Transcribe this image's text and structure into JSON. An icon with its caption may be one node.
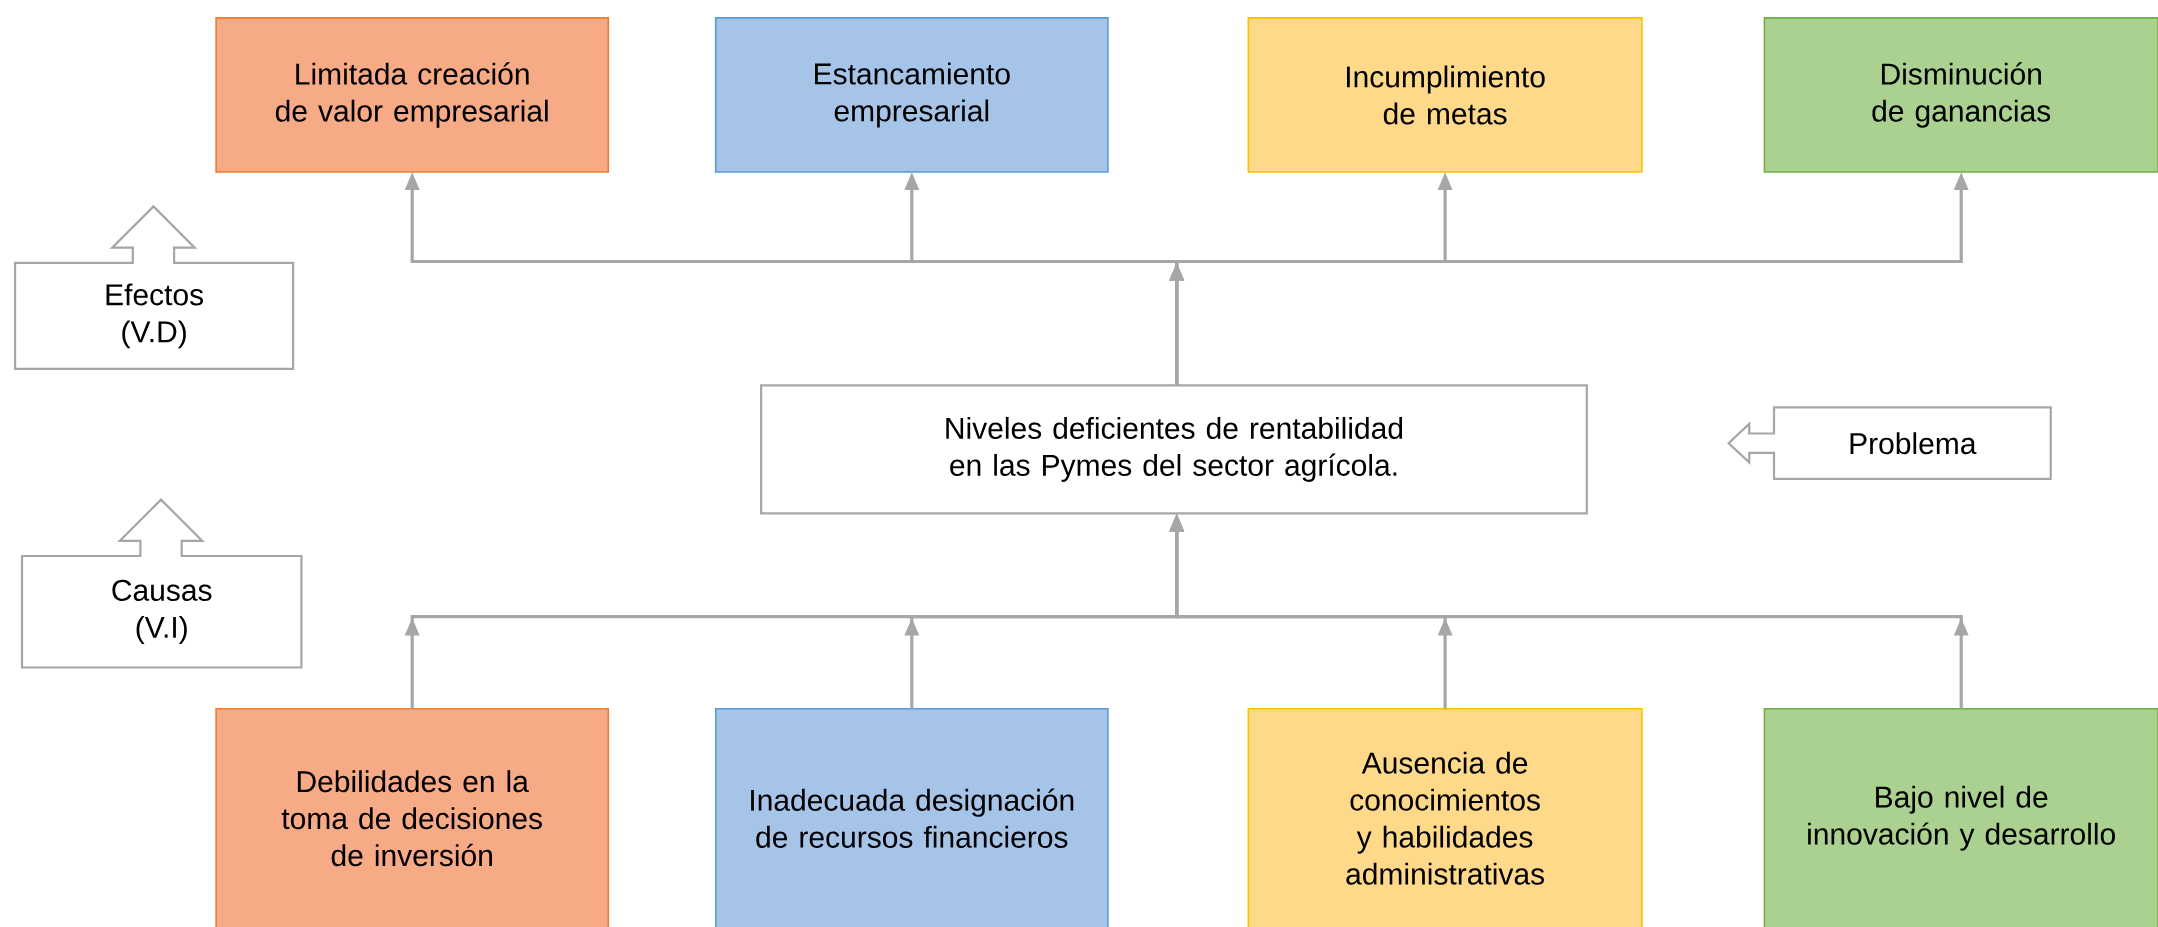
{
  "diagram": {
    "nodes": [
      {
        "text": [
          "Limitada creación de valor empresarial"
        ]
      },
      {
        "text": [
          "Estancamiento empresarial"
        ]
      },
      {
        "text": [
          "Incumplimiento de metas"
        ]
      },
      {
        "text": [
          "Disminución de ganancias"
        ]
      },
      {
        "text": [
          "Efectos (V.D)"
        ]
      },
      {
        "text": [
          "Niveles deficientes de rentabilidad en las Pymes del sector agrícola."
        ]
      },
      {
        "text": [
          "Problema"
        ]
      },
      {
        "text": [
          "Causas (V.I)"
        ]
      },
      {
        "text": [
          "Debilidades en la toma de decisiones de inversión"
        ]
      },
      {
        "text": [
          "Inadecuada designación de recursos financieros"
        ]
      },
      {
        "text": [
          "Ausencia de conocimientos y habilidades administrativas"
        ]
      },
      {
        "text": [
          "Bajo nivel de innovación y desarrollo"
        ]
      }
    ],
    "edges": [
      {
        "from": 5,
        "to": 0,
        "arrow": "to"
      },
      {
        "from": 5,
        "to": 1,
        "arrow": "to"
      },
      {
        "from": 5,
        "to": 2,
        "arrow": "to"
      },
      {
        "from": 5,
        "to": 3,
        "arrow": "to"
      },
      {
        "from": 8,
        "to": 5,
        "arrow": "to"
      },
      {
        "from": 9,
        "to": 5,
        "arrow": "to"
      },
      {
        "from": 10,
        "to": 5,
        "arrow": "to"
      },
      {
        "from": 11,
        "to": 5,
        "arrow": "to"
      }
    ]
  }
}
